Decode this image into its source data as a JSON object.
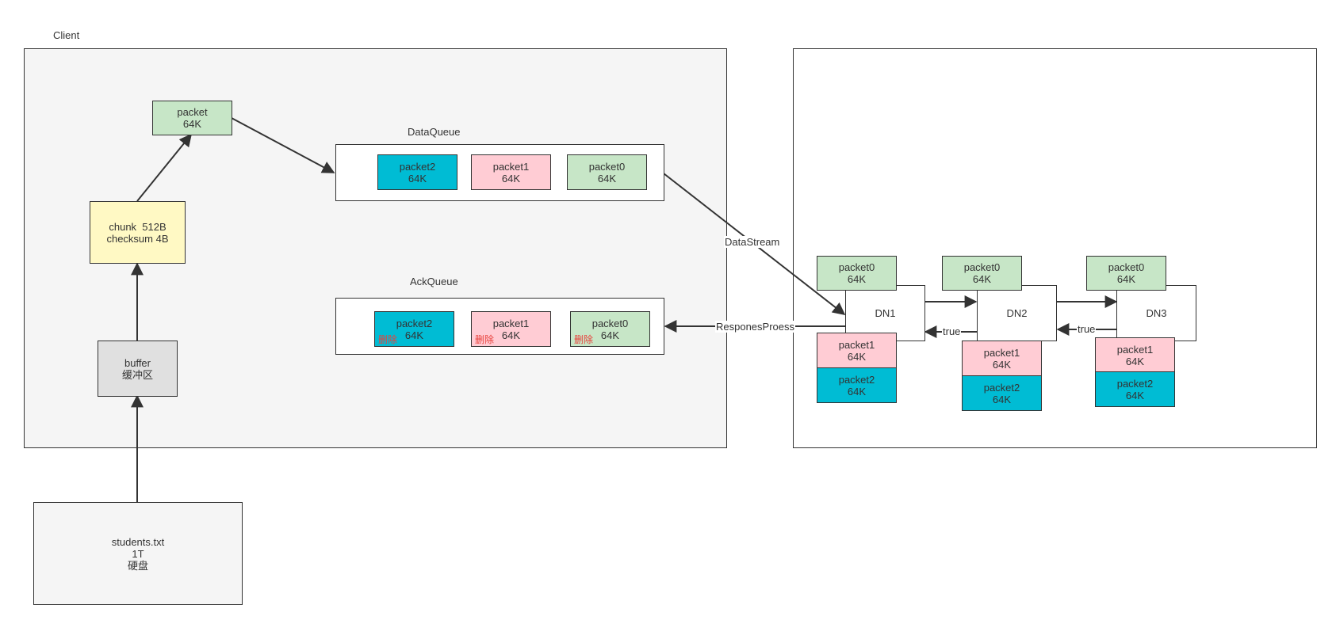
{
  "client": {
    "title": "Client",
    "packet": {
      "name": "packet",
      "size": "64K"
    },
    "chunk": {
      "line1": "chunk  512B",
      "line2": "checksum 4B"
    },
    "buffer": {
      "line1": "buffer",
      "line2": "缓冲区"
    },
    "disk": {
      "line1": "students.txt",
      "line2": "1T",
      "line3": "硬盘"
    }
  },
  "data_queue": {
    "title": "DataQueue",
    "packets": [
      {
        "name": "packet2",
        "size": "64K",
        "color": "#00bcd4"
      },
      {
        "name": "packet1",
        "size": "64K",
        "color": "#ffccd4"
      },
      {
        "name": "packet0",
        "size": "64K",
        "color": "#c7e6c7"
      }
    ]
  },
  "ack_queue": {
    "title": "AckQueue",
    "delete_label": "删除",
    "packets": [
      {
        "name": "packet2",
        "size": "64K",
        "color": "#00bcd4"
      },
      {
        "name": "packet1",
        "size": "64K",
        "color": "#ffccd4"
      },
      {
        "name": "packet0",
        "size": "64K",
        "color": "#c7e6c7"
      }
    ]
  },
  "edges": {
    "data_stream": "DataStream",
    "response": "ResponesProess",
    "ack_true": "true"
  },
  "datanodes": [
    {
      "name": "DN1",
      "top_packet": {
        "name": "packet0",
        "size": "64K"
      },
      "stack": [
        {
          "name": "packet1",
          "size": "64K"
        },
        {
          "name": "packet2",
          "size": "64K"
        }
      ]
    },
    {
      "name": "DN2",
      "top_packet": {
        "name": "packet0",
        "size": "64K"
      },
      "stack": [
        {
          "name": "packet1",
          "size": "64K"
        },
        {
          "name": "packet2",
          "size": "64K"
        }
      ]
    },
    {
      "name": "DN3",
      "top_packet": {
        "name": "packet0",
        "size": "64K"
      },
      "stack": [
        {
          "name": "packet1",
          "size": "64K"
        },
        {
          "name": "packet2",
          "size": "64K"
        }
      ]
    }
  ],
  "colors": {
    "green": "#c7e6c7",
    "pink": "#ffccd4",
    "cyan": "#00bcd4",
    "yellow": "#fff9c4",
    "grey": "#e0e0e0",
    "delete_text": "#e8413b"
  }
}
